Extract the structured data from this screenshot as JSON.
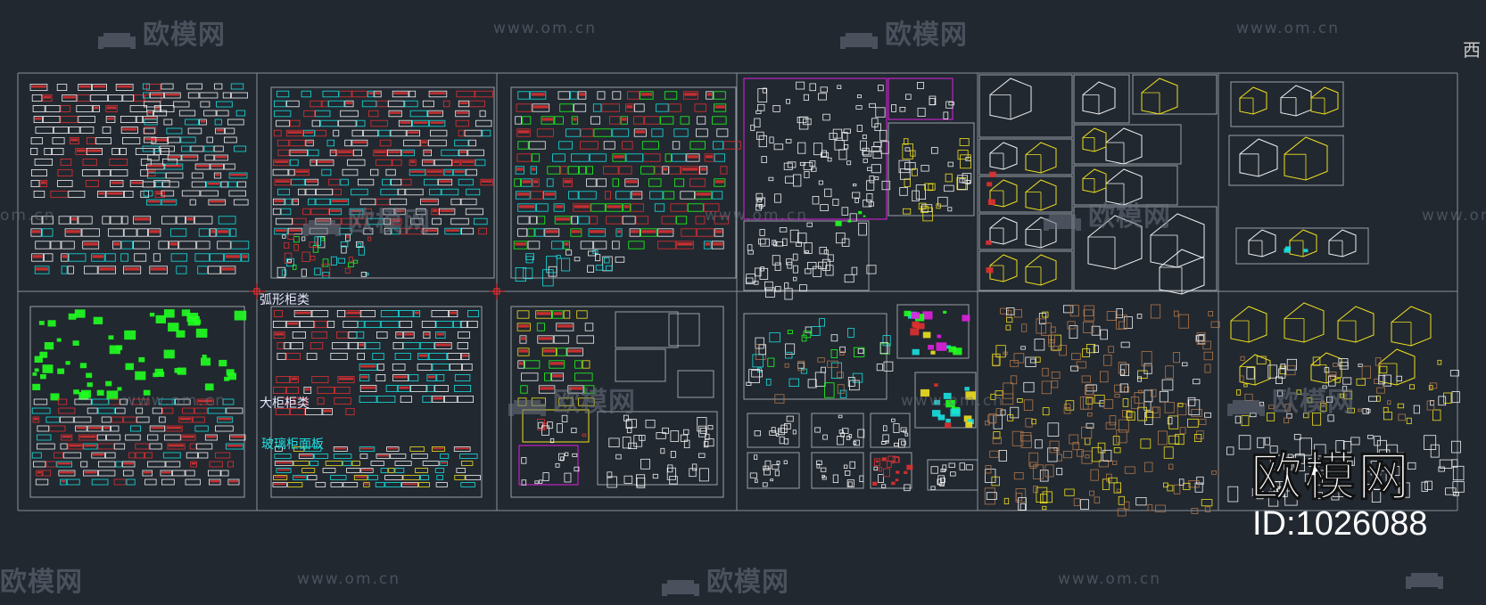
{
  "watermark": {
    "brand": "欧模网",
    "url": "www.om.cn",
    "partial_brand": "欧模网",
    "partial_url": "om.cn"
  },
  "labels": {
    "arc_cabinet": "弧形柜类",
    "wardrobe": "大柜柜类",
    "glass_panel": "玻璃柜面板",
    "corner_char": "西"
  },
  "overlay": {
    "brand": "欧模网",
    "id": "ID:1026088"
  },
  "colors": {
    "background": "#212830",
    "sheet_border": "#8a8f96",
    "cyan": "#18e0e0",
    "white": "#f0f0f0",
    "red": "#e03030",
    "green": "#20ff20",
    "yellow": "#f0e020",
    "magenta": "#e020e0",
    "brown": "#b0764a"
  }
}
